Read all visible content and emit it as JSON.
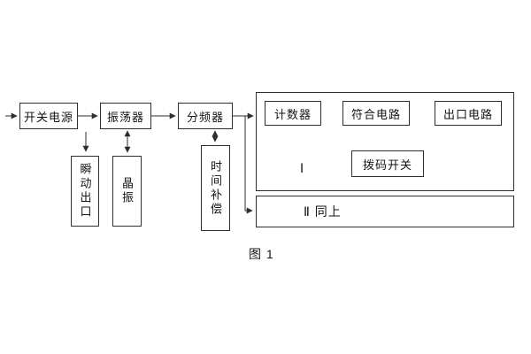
{
  "figure": {
    "caption": "图 1"
  },
  "colors": {
    "background": "#ffffff",
    "line": "#2e2e2e",
    "text": "#141414"
  },
  "flow": {
    "power_supply": "开关电源",
    "oscillator": "振荡器",
    "frequency_divider": "分频器"
  },
  "module1": {
    "label": "Ⅰ",
    "counter": "计数器",
    "coincidence_circuit": "符合电路",
    "outlet_circuit": "出口电路",
    "dip_switch": "拨码开关"
  },
  "module2": {
    "label": "Ⅱ  同上"
  },
  "sub_blocks": {
    "instant_outlet": "瞬动出口",
    "crystal_oscillator": "晶振",
    "time_compensation": "时间补偿"
  }
}
